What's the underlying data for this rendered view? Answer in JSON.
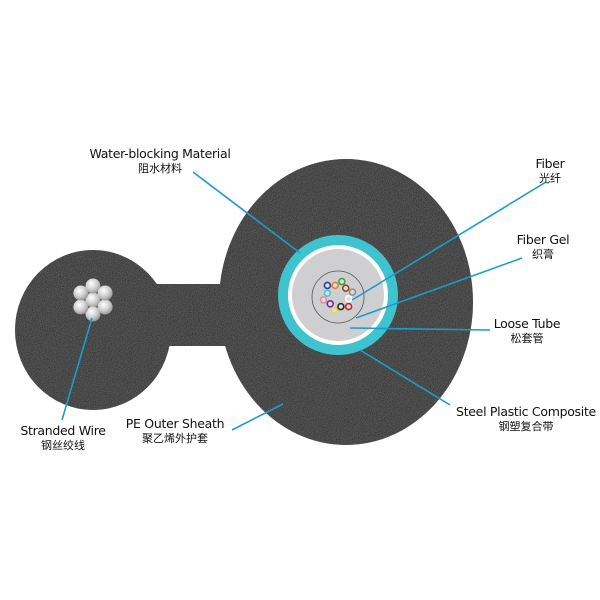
{
  "colors": {
    "sheath": "#111111",
    "leader_line": "#1a9cd0",
    "steel_plastic_tape": "#3ec3cf",
    "water_blocking": "#ffffff",
    "loose_tube": "#cfcfd2",
    "wire": "#d8d8d8"
  },
  "labels": {
    "water_blocking": {
      "en": "Water-blocking Material",
      "zh": "阻水材料"
    },
    "fiber": {
      "en": "Fiber",
      "zh": "光纤"
    },
    "fiber_gel": {
      "en": "Fiber Gel",
      "zh": "织膏"
    },
    "loose_tube": {
      "en": "Loose Tube",
      "zh": "松套管"
    },
    "steel_plastic": {
      "en": "Steel Plastic Composite",
      "zh": "钢塑复合带"
    },
    "stranded_wire": {
      "en": "Stranded Wire",
      "zh": "钢丝绞线"
    },
    "pe_sheath": {
      "en": "PE Outer Sheath",
      "zh": "聚乙烯外护套"
    }
  },
  "fiber_colors": [
    "#2b3fa8",
    "#e0802a",
    "#3aa33a",
    "#8a4b22",
    "#8c8c8c",
    "#ffffff",
    "#c8262a",
    "#2a2a2a",
    "#e3d73a",
    "#7a2aa0",
    "#e58aa8",
    "#4cc7d6"
  ]
}
